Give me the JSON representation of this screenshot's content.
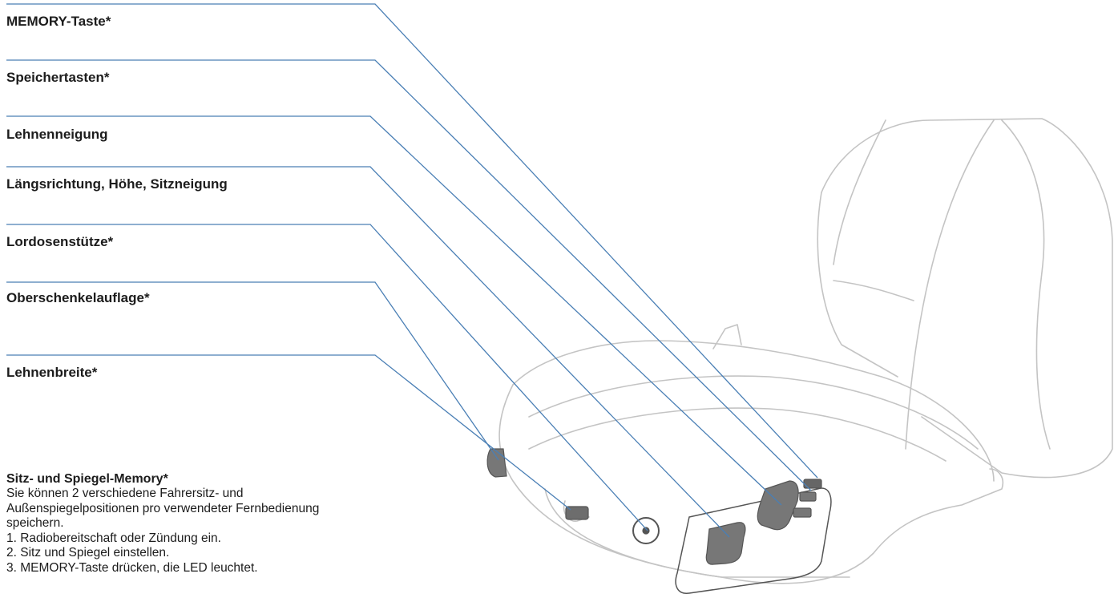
{
  "labels": [
    {
      "text": "MEMORY-Taste*"
    },
    {
      "text": "Speichertasten*"
    },
    {
      "text": "Lehnenneigung"
    },
    {
      "text": "Längsrichtung, Höhe, Sitzneigung"
    },
    {
      "text": "Lordosenstütze*"
    },
    {
      "text": "Oberschenkelauflage*"
    },
    {
      "text": "Lehnenbreite*"
    }
  ],
  "memory": {
    "heading": "Sitz- und Spiegel-Memory*",
    "intro": "Sie können 2 verschiedene Fahrersitz- und Außenspiegelpositionen pro verwendeter Fernbedienung speichern.",
    "steps": [
      "1. Radiobereitschaft oder Zündung ein.",
      "2. Sitz und Spiegel einstellen.",
      "3. MEMORY-Taste drücken, die LED leuchtet."
    ]
  },
  "colors": {
    "leader_line": "#4a7fb5",
    "seat_outline": "#c4c4c4",
    "controls": "#555555"
  }
}
